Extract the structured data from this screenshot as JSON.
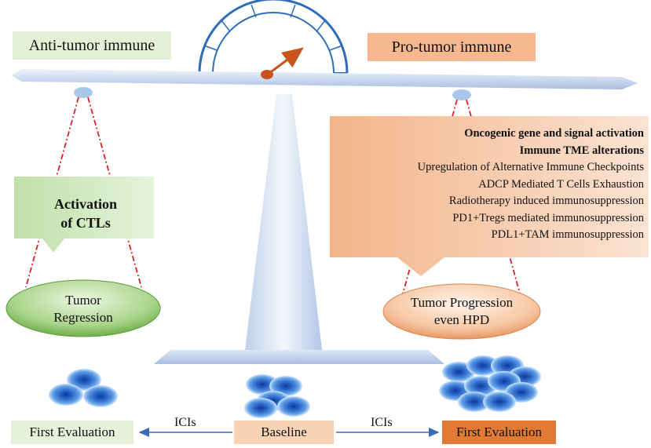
{
  "labels": {
    "anti": "Anti-tumor immune",
    "pro": "Pro-tumor immune"
  },
  "callout": {
    "heading1": "Oncogenic gene and signal activation",
    "heading2": "Immune TME alterations",
    "items": [
      "Upregulation of Alternative Immune Checkpoints",
      "ADCP Mediated T Cells Exhaustion",
      "Radiotherapy induced immunosuppression",
      "PD1+Tregs mediated immunosuppression",
      "PDL1+TAM immunosuppression"
    ]
  },
  "activation": [
    "Activation",
    "of CTLs"
  ],
  "outcomes": {
    "left": [
      "Tumor",
      "Regression"
    ],
    "right": [
      "Tumor Progression",
      "even HPD"
    ]
  },
  "bottom": {
    "left": "First Evaluation",
    "center": "Baseline",
    "right": "First Evaluation",
    "arrow_left": "ICIs",
    "arrow_right": "ICIs"
  },
  "colors": {
    "beam": "#c7d6ee",
    "green_callout": "#cfe8bf",
    "orange_callout": "#f6c7a6",
    "gauge": "#2e6db5",
    "needle": "#c8541e",
    "cell": "#2f67c8",
    "dash": "#e01f1f",
    "arrow": "#3b6bb5"
  }
}
